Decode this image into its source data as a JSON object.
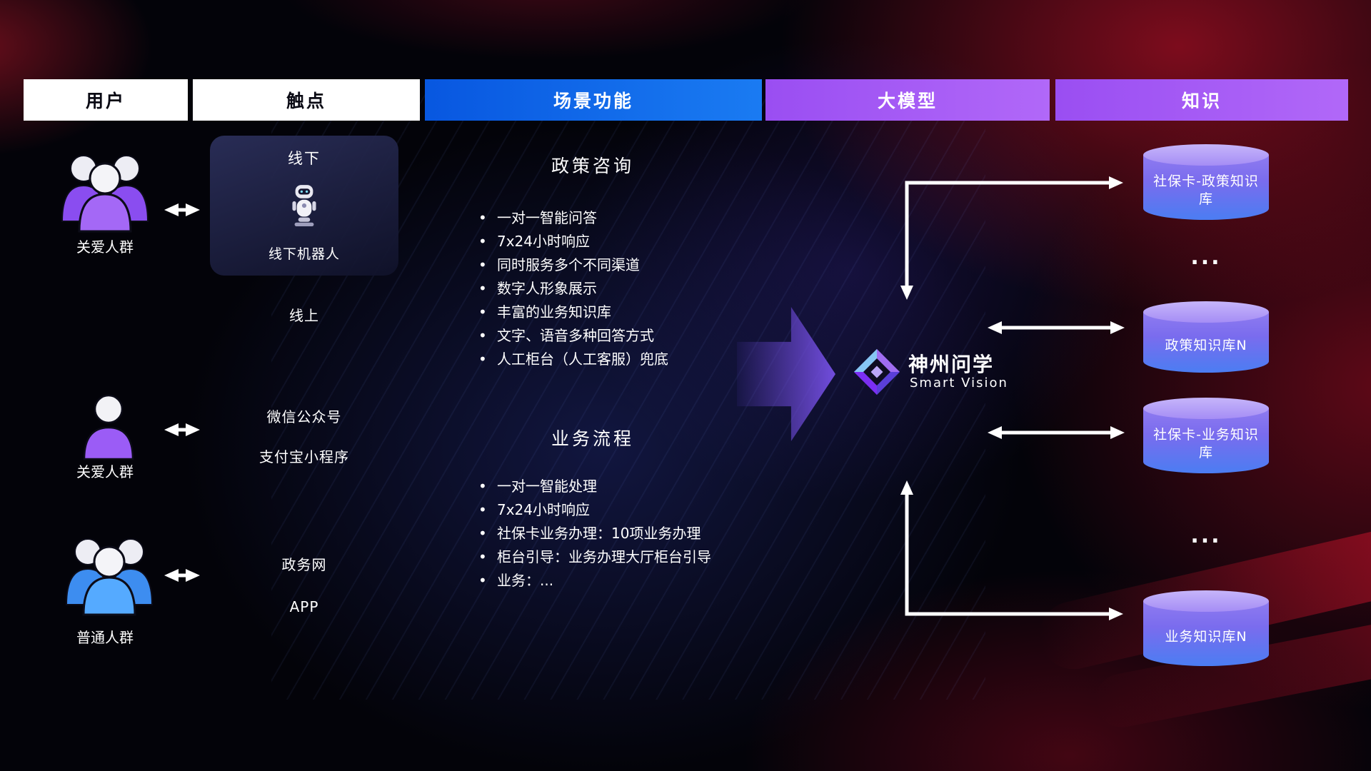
{
  "header": {
    "columns": [
      {
        "label": "用户"
      },
      {
        "label": "触点"
      },
      {
        "label": "场景功能"
      },
      {
        "label": "大模型"
      },
      {
        "label": "知识"
      }
    ]
  },
  "users": {
    "groups": [
      {
        "label": "关爱人群"
      },
      {
        "label": "关爱人群"
      },
      {
        "label": "普通人群"
      }
    ]
  },
  "touchpoints": {
    "offline": {
      "title": "线下",
      "robot_label": "线下机器人"
    },
    "online": {
      "title": "线上",
      "channels": [
        "微信公众号",
        "支付宝小程序",
        "政务网",
        "APP"
      ]
    }
  },
  "scenario": {
    "policy": {
      "title": "政策咨询",
      "items": [
        "一对一智能问答",
        "7x24小时响应",
        "同时服务多个不同渠道",
        "数字人形象展示",
        "丰富的业务知识库",
        "文字、语音多种回答方式",
        "人工柜台（人工客服）兜底"
      ]
    },
    "business": {
      "title": "业务流程",
      "items": [
        "一对一智能处理",
        "7x24小时响应",
        "社保卡业务办理：10项业务办理",
        "柜台引导：业务办理大厅柜台引导",
        "业务：..."
      ]
    }
  },
  "model": {
    "name": "神州问学",
    "subtitle": "Smart Vision"
  },
  "knowledge": {
    "databases": [
      {
        "label": "社保卡-政策知识库"
      },
      {
        "label": "政策知识库N"
      },
      {
        "label": "社保卡-业务知识库"
      },
      {
        "label": "业务知识库N"
      }
    ],
    "ellipsis": "..."
  },
  "colors": {
    "header_blue": "#0f6ae9",
    "header_purple": "#a55bf5",
    "accent_purple": "#9b5cf6",
    "accent_blue": "#55aaff",
    "cylinder_top": "#c6b5fa",
    "cylinder_bottom": "#4b7df2",
    "arrow_white": "#ffffff",
    "glow_red": "#d11430"
  }
}
